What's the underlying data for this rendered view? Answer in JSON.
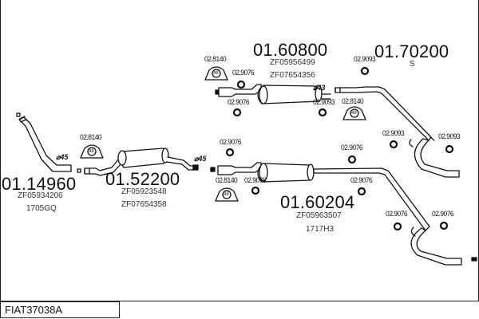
{
  "diagram_code": "FIAT37038A",
  "groups": [
    {
      "id": "front_pipe",
      "part_number": "01.14960",
      "refs": [
        "ZF05934206",
        "1705GQ"
      ],
      "diameter": "⌀45"
    },
    {
      "id": "center_silencer",
      "part_number": "01.52200",
      "refs": [
        "ZF05923548",
        "ZF07654358"
      ],
      "diameter": "⌀45"
    },
    {
      "id": "rear_silencer_a",
      "part_number": "01.60800",
      "refs": [
        "ZF05956499",
        "ZF07654356"
      ],
      "diameter": "⌀43"
    },
    {
      "id": "tail_pipe",
      "part_number": "01.70200",
      "refs": [
        "S"
      ]
    },
    {
      "id": "rear_silencer_b",
      "part_number": "01.60204",
      "refs": [
        "ZF05963507",
        "1717H3"
      ]
    }
  ],
  "accessories": {
    "clamp_a": "02.8140",
    "clamp_b": "02.8140",
    "clamp_c": "02.8140",
    "clamp_d": "02.8140",
    "ring_1": "02.9076",
    "ring_2": "02.9076",
    "ring_3": "02.9093",
    "ring_4": "02.9093",
    "ring_5": "02.9093",
    "ring_6": "02.9093",
    "ring_7": "02.9076",
    "ring_8": "02.9076",
    "ring_9": "02.9076",
    "ring_10": "02.9076",
    "ring_11": "02.9076",
    "ring_12": "02.9076"
  },
  "clamp_inner_label": "48",
  "colors": {
    "line": "#111111",
    "background": "#ffffff"
  }
}
